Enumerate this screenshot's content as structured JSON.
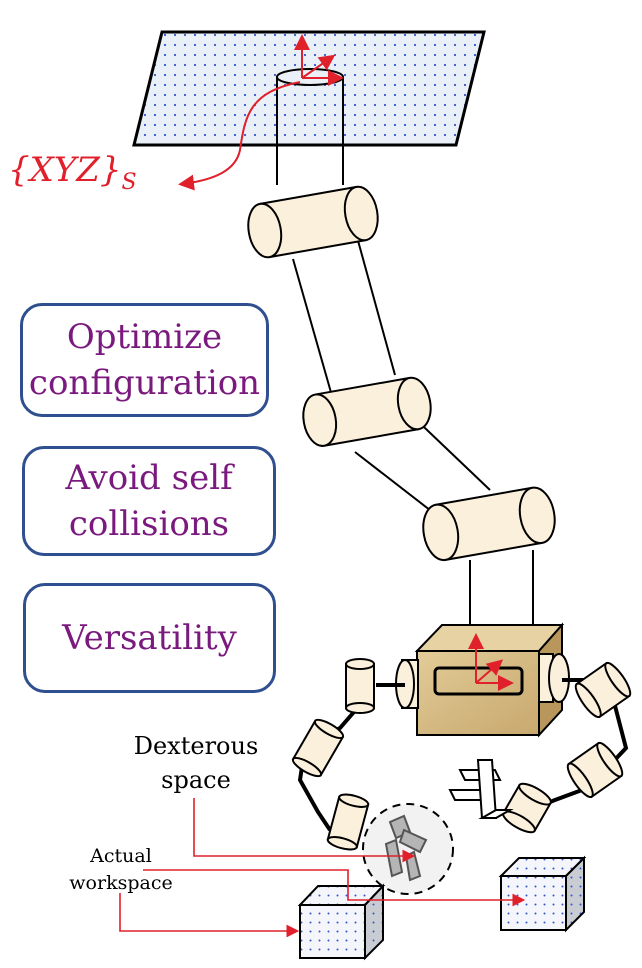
{
  "frame_label": {
    "main": "{XYZ}",
    "sub": "S"
  },
  "boxes": [
    {
      "line1": "Optimize",
      "line2": "configuration"
    },
    {
      "line1": "Avoid self",
      "line2": "collisions"
    },
    {
      "line1": "Versatility",
      "line2": ""
    }
  ],
  "labels": {
    "dexterous_line1": "Dexterous",
    "dexterous_line2": "space",
    "actual_line1": "Actual",
    "actual_line2": "workspace"
  },
  "colors": {
    "box_border": "#2f4f8f",
    "box_text": "#7a1a7e",
    "frame_red": "#e0202a",
    "joint_fill": "#fbf0dc",
    "plate_fill": "#e8eef8",
    "dot_blue": "#3355cc",
    "wood": "#d8bf8a"
  }
}
